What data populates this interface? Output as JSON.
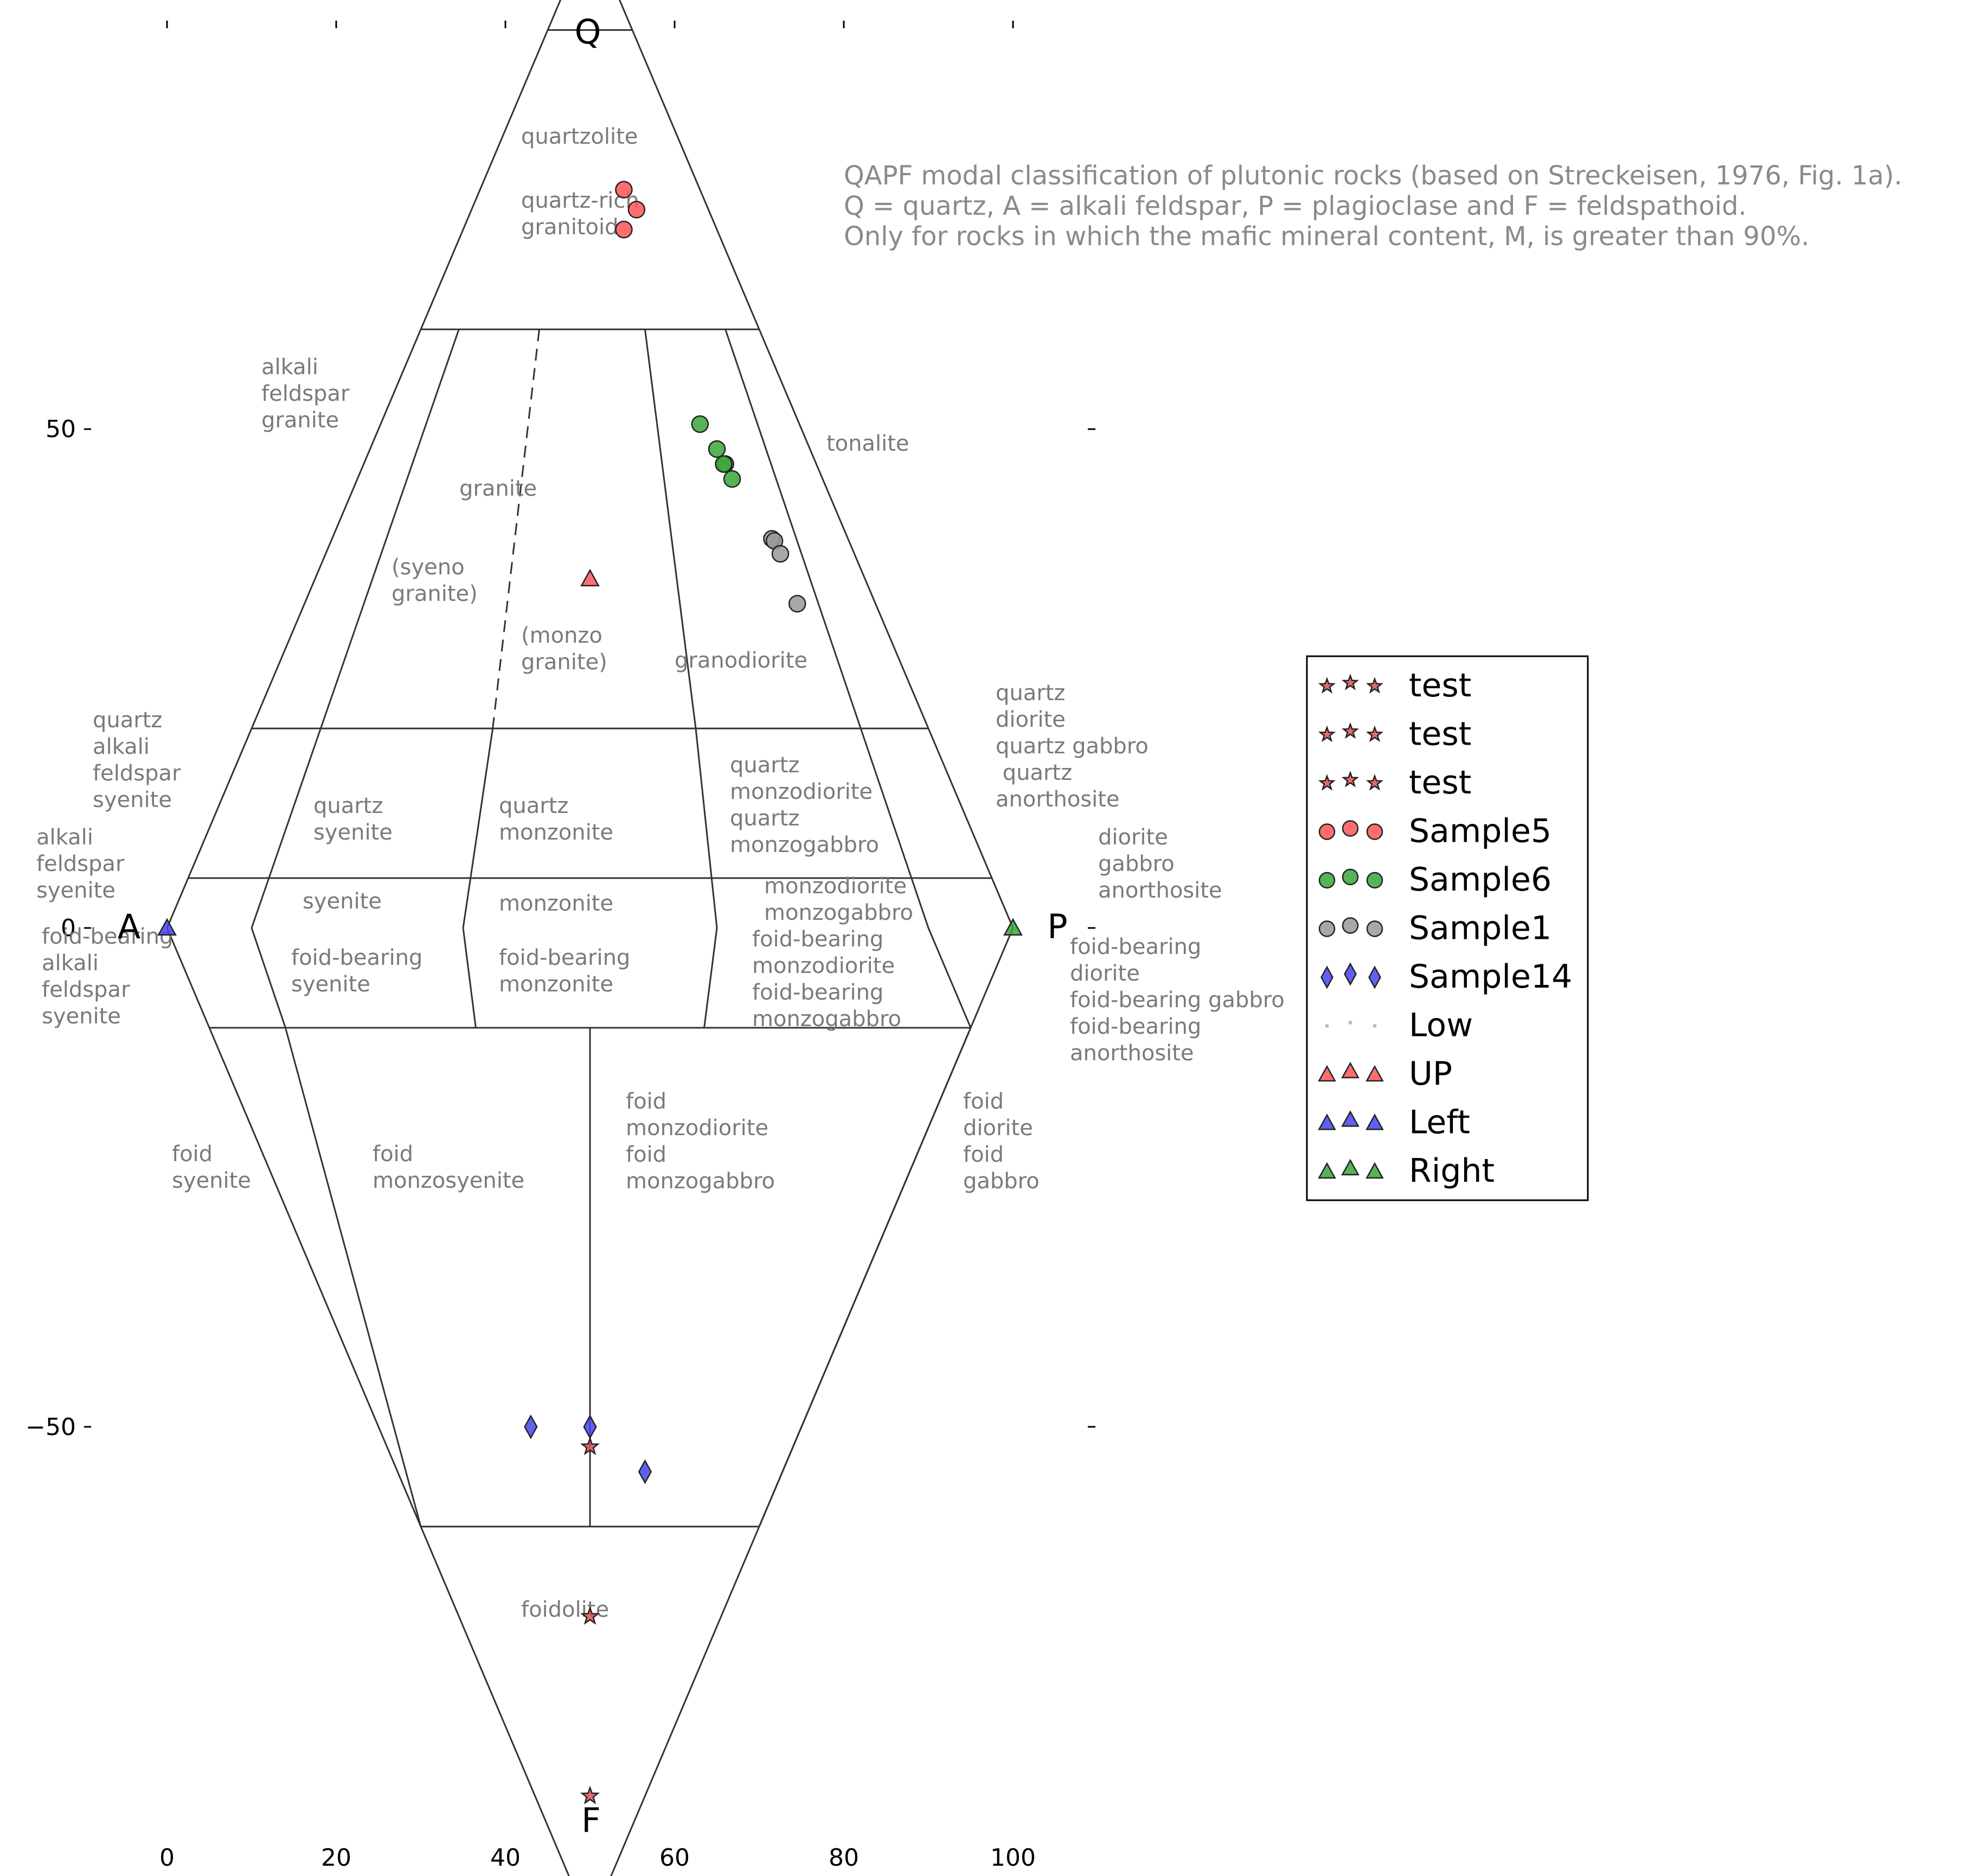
{
  "diagram": {
    "vertices": {
      "Q": "Q",
      "A": "A",
      "P": "P",
      "F": "F"
    },
    "description": [
      "QAPF modal classification of plutonic rocks (based on Streckeisen, 1976, Fig. 1a).",
      "Q = quartz, A = alkali feldspar, P = plagioclase and F = feldspathoid.",
      "Only for rocks in which the mafic mineral content, M, is greater than 90%."
    ],
    "axes": {
      "x_ticks": [
        "0",
        "20",
        "40",
        "60",
        "80",
        "100"
      ],
      "y_ticks": [
        "50",
        "0",
        "−50"
      ]
    },
    "fields": [
      {
        "id": "quartzolite",
        "lines": [
          "quartzolite"
        ]
      },
      {
        "id": "quartz-rich-granitoid",
        "lines": [
          "quartz-rich",
          "granitoid"
        ]
      },
      {
        "id": "alkali-feldspar-granite",
        "lines": [
          "alkali",
          "feldspar",
          "granite"
        ]
      },
      {
        "id": "tonalite",
        "lines": [
          "tonalite"
        ]
      },
      {
        "id": "granite",
        "lines": [
          "granite"
        ]
      },
      {
        "id": "syeno-granite",
        "lines": [
          "(syeno",
          "granite)"
        ]
      },
      {
        "id": "monzo-granite",
        "lines": [
          "(monzo",
          "granite)"
        ]
      },
      {
        "id": "granodiorite",
        "lines": [
          "granodiorite"
        ]
      },
      {
        "id": "quartz-diorite-group",
        "lines": [
          "quartz",
          "diorite",
          "quartz gabbro",
          " quartz",
          "anorthosite"
        ]
      },
      {
        "id": "quartz-alkali-feldspar-syenite",
        "lines": [
          "quartz",
          "alkali",
          "feldspar",
          "syenite"
        ]
      },
      {
        "id": "quartz-syenite",
        "lines": [
          "quartz",
          "syenite"
        ]
      },
      {
        "id": "quartz-monzonite",
        "lines": [
          "quartz",
          "monzonite"
        ]
      },
      {
        "id": "quartz-monzodiorite",
        "lines": [
          "quartz",
          "monzodiorite",
          "quartz",
          "monzogabbro"
        ]
      },
      {
        "id": "diorite-group",
        "lines": [
          "diorite",
          "gabbro",
          "anorthosite"
        ]
      },
      {
        "id": "alkali-feldspar-syenite",
        "lines": [
          "alkali",
          "feldspar",
          "syenite"
        ]
      },
      {
        "id": "syenite",
        "lines": [
          "syenite"
        ]
      },
      {
        "id": "monzonite",
        "lines": [
          "monzonite"
        ]
      },
      {
        "id": "monzodiorite",
        "lines": [
          "monzodiorite",
          "monzogabbro"
        ]
      },
      {
        "id": "foid-bearing-alkali-feldspar-syenite",
        "lines": [
          "foid-bearing",
          "alkali",
          "feldspar",
          "syenite"
        ]
      },
      {
        "id": "foid-bearing-syenite",
        "lines": [
          "foid-bearing",
          "syenite"
        ]
      },
      {
        "id": "foid-bearing-monzonite",
        "lines": [
          "foid-bearing",
          "monzonite"
        ]
      },
      {
        "id": "foid-bearing-monzodiorite",
        "lines": [
          "foid-bearing",
          "monzodiorite",
          "foid-bearing",
          "monzogabbro"
        ]
      },
      {
        "id": "foid-bearing-diorite",
        "lines": [
          "foid-bearing",
          "diorite",
          "foid-bearing gabbro",
          "foid-bearing",
          "anorthosite"
        ]
      },
      {
        "id": "foid-syenite",
        "lines": [
          "foid",
          "syenite"
        ]
      },
      {
        "id": "foid-monzosyenite",
        "lines": [
          "foid",
          "monzosyenite"
        ]
      },
      {
        "id": "foid-monzodiorite",
        "lines": [
          "foid",
          "monzodiorite",
          "foid",
          "monzogabbro"
        ]
      },
      {
        "id": "foid-diorite",
        "lines": [
          "foid",
          "diorite",
          "foid",
          "gabbro"
        ]
      },
      {
        "id": "foidolite",
        "lines": [
          "foidolite"
        ]
      }
    ]
  },
  "chart_data": {
    "type": "scatter",
    "coordinate_system": "QAPF diamond (x 0-100, y -100 to 100)",
    "xlim": [
      0,
      100
    ],
    "ylim": [
      -100,
      100
    ],
    "series": [
      {
        "name": "test",
        "marker": "star",
        "color": "#e05050",
        "points": [
          [
            50,
            -52
          ],
          [
            50,
            -69
          ],
          [
            50,
            -87
          ]
        ]
      },
      {
        "name": "test",
        "marker": "star",
        "color": "#e05050",
        "points": []
      },
      {
        "name": "test",
        "marker": "star",
        "color": "#e05050",
        "points": []
      },
      {
        "name": "Sample5",
        "marker": "circle",
        "color": "#ff5555",
        "points": [
          [
            54,
            74
          ],
          [
            55.5,
            72
          ],
          [
            54,
            70
          ]
        ]
      },
      {
        "name": "Sample6",
        "marker": "circle",
        "color": "#3aa63a",
        "points": [
          [
            63,
            50.5
          ],
          [
            65,
            48
          ],
          [
            66,
            46.5
          ],
          [
            65.8,
            46.5
          ],
          [
            66.8,
            45
          ]
        ]
      },
      {
        "name": "Sample1",
        "marker": "circle",
        "color": "#999999",
        "points": [
          [
            71.5,
            39
          ],
          [
            71.8,
            38.8
          ],
          [
            72.5,
            37.5
          ],
          [
            74.5,
            32.5
          ]
        ]
      },
      {
        "name": "Sample14",
        "marker": "diamond",
        "color": "#4444ee",
        "points": [
          [
            43,
            -50
          ],
          [
            50,
            -50
          ],
          [
            56.5,
            -54.5
          ]
        ]
      },
      {
        "name": "Low",
        "marker": "dot",
        "color": "#bbbbbb",
        "points": []
      },
      {
        "name": "UP",
        "marker": "triangle",
        "color": "#ff5555",
        "points": [
          [
            50,
            35
          ]
        ]
      },
      {
        "name": "Left",
        "marker": "triangle",
        "color": "#4444ee",
        "points": [
          [
            0,
            0
          ]
        ]
      },
      {
        "name": "Right",
        "marker": "triangle",
        "color": "#3aa63a",
        "points": [
          [
            100,
            0
          ]
        ]
      }
    ],
    "legend": {
      "placement": "right"
    }
  }
}
